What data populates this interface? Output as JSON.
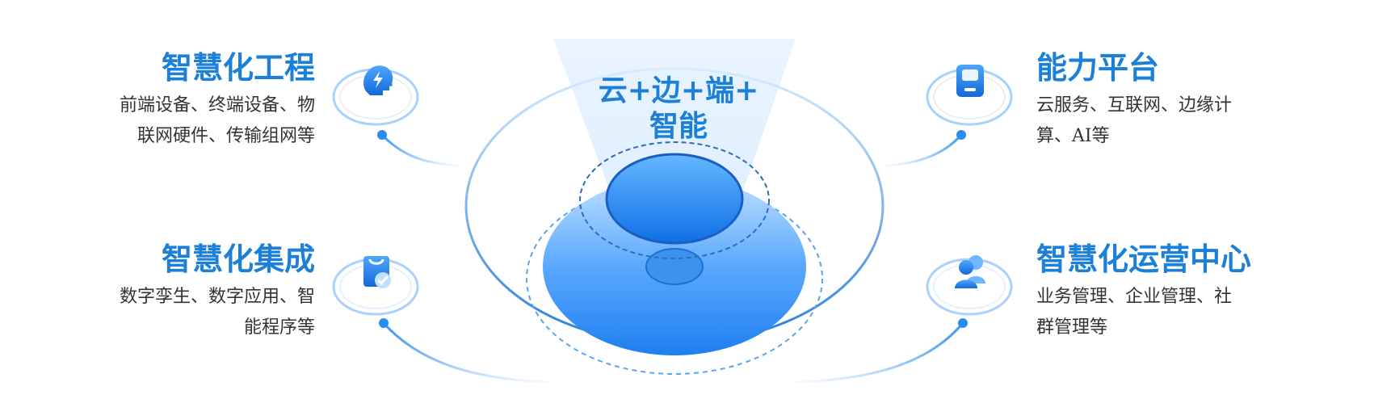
{
  "center": {
    "line1": "云+边+端+",
    "line2": "智能"
  },
  "blocks": {
    "engineering": {
      "title": "智慧化工程",
      "desc_line1": "前端设备、终端设备、物",
      "desc_line2": "联网硬件、传输组网等",
      "icon": "head-lightning-icon"
    },
    "integration": {
      "title": "智慧化集成",
      "desc_line1": "数字孪生、数字应用、智",
      "desc_line2": "能程序等",
      "icon": "check-badge-icon"
    },
    "platform": {
      "title": "能力平台",
      "desc_line1": "云服务、互联网、边缘计",
      "desc_line2": "算、AI等",
      "icon": "mobile-device-icon"
    },
    "operations": {
      "title": "智慧化运营中心",
      "desc_line1": "业务管理、企业管理、社",
      "desc_line2": "群管理等",
      "icon": "users-icon"
    }
  },
  "colors": {
    "accent": "#1c7fd8",
    "text": "#333333",
    "light_blue": "#9fd0ff"
  }
}
